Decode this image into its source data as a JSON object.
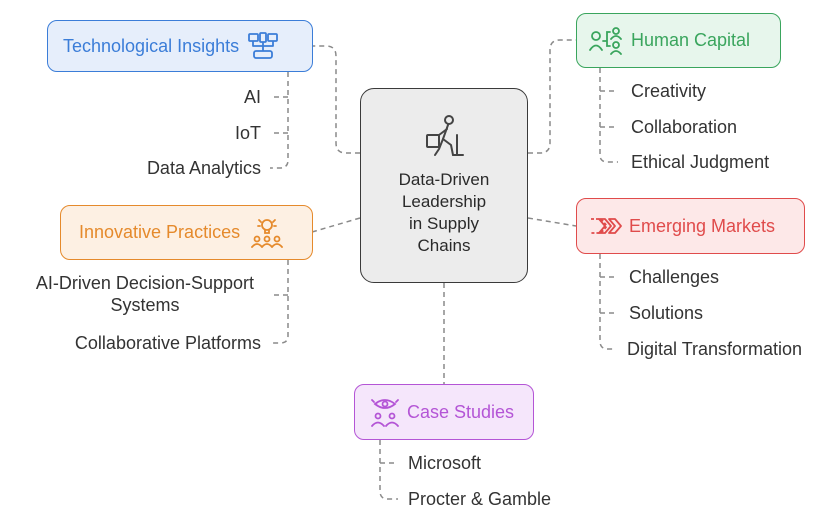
{
  "center": {
    "lines": [
      "Data-Driven",
      "Leadership",
      "in Supply",
      "Chains"
    ],
    "icon": "person-pushing-cart-icon"
  },
  "topics": {
    "tech": {
      "label": "Technological Insights",
      "icon": "connected-devices-icon",
      "color": "#3b7dd8",
      "fill": "#e6eefb",
      "items": [
        "AI",
        "IoT",
        "Data Analytics"
      ]
    },
    "human": {
      "label": "Human Capital",
      "icon": "people-network-icon",
      "color": "#3aa55d",
      "fill": "#e7f6ec",
      "items": [
        "Creativity",
        "Collaboration",
        "Ethical Judgment"
      ]
    },
    "innov": {
      "label": "Innovative Practices",
      "icon": "lightbulb-team-icon",
      "color": "#e58a2c",
      "fill": "#fdf0e3",
      "items": [
        "AI-Driven Decision-Support",
        "Systems",
        "Collaborative Platforms"
      ]
    },
    "markets": {
      "label": "Emerging Markets",
      "icon": "forward-chevrons-icon",
      "color": "#e04b4b",
      "fill": "#fde8e8",
      "items": [
        "Challenges",
        "Solutions",
        "Digital Transformation"
      ]
    },
    "cases": {
      "label": "Case Studies",
      "icon": "eye-study-group-icon",
      "color": "#b455d6",
      "fill": "#f5e6fb",
      "items": [
        "Microsoft",
        "Procter & Gamble"
      ]
    }
  }
}
